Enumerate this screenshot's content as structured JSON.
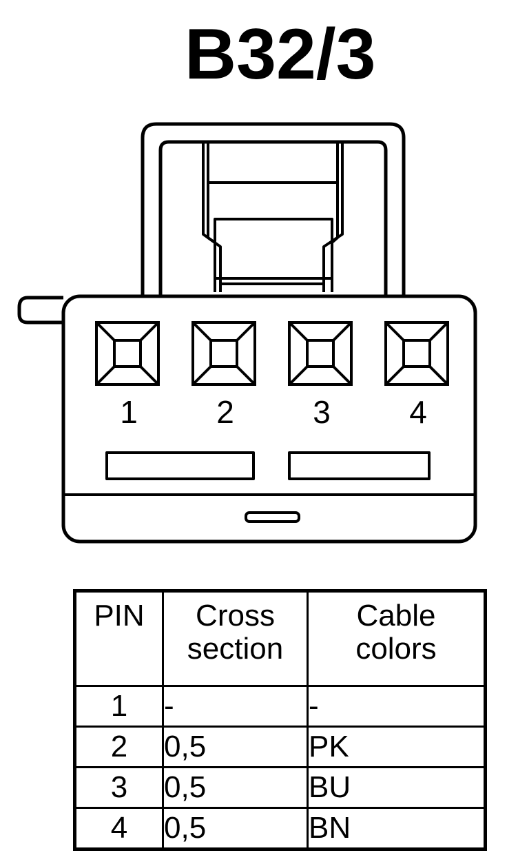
{
  "title": "B32/3",
  "connector": {
    "pin_numbers": [
      "1",
      "2",
      "3",
      "4"
    ]
  },
  "table": {
    "headers": {
      "pin": "PIN",
      "cross_section": [
        "Cross",
        "section"
      ],
      "cable_colors": [
        "Cable",
        "colors"
      ]
    },
    "rows": [
      {
        "pin": "1",
        "cross_section": "-",
        "color": "-"
      },
      {
        "pin": "2",
        "cross_section": "0,5",
        "color": "PK"
      },
      {
        "pin": "3",
        "cross_section": "0,5",
        "color": "BU"
      },
      {
        "pin": "4",
        "cross_section": "0,5",
        "color": "BN"
      }
    ]
  }
}
